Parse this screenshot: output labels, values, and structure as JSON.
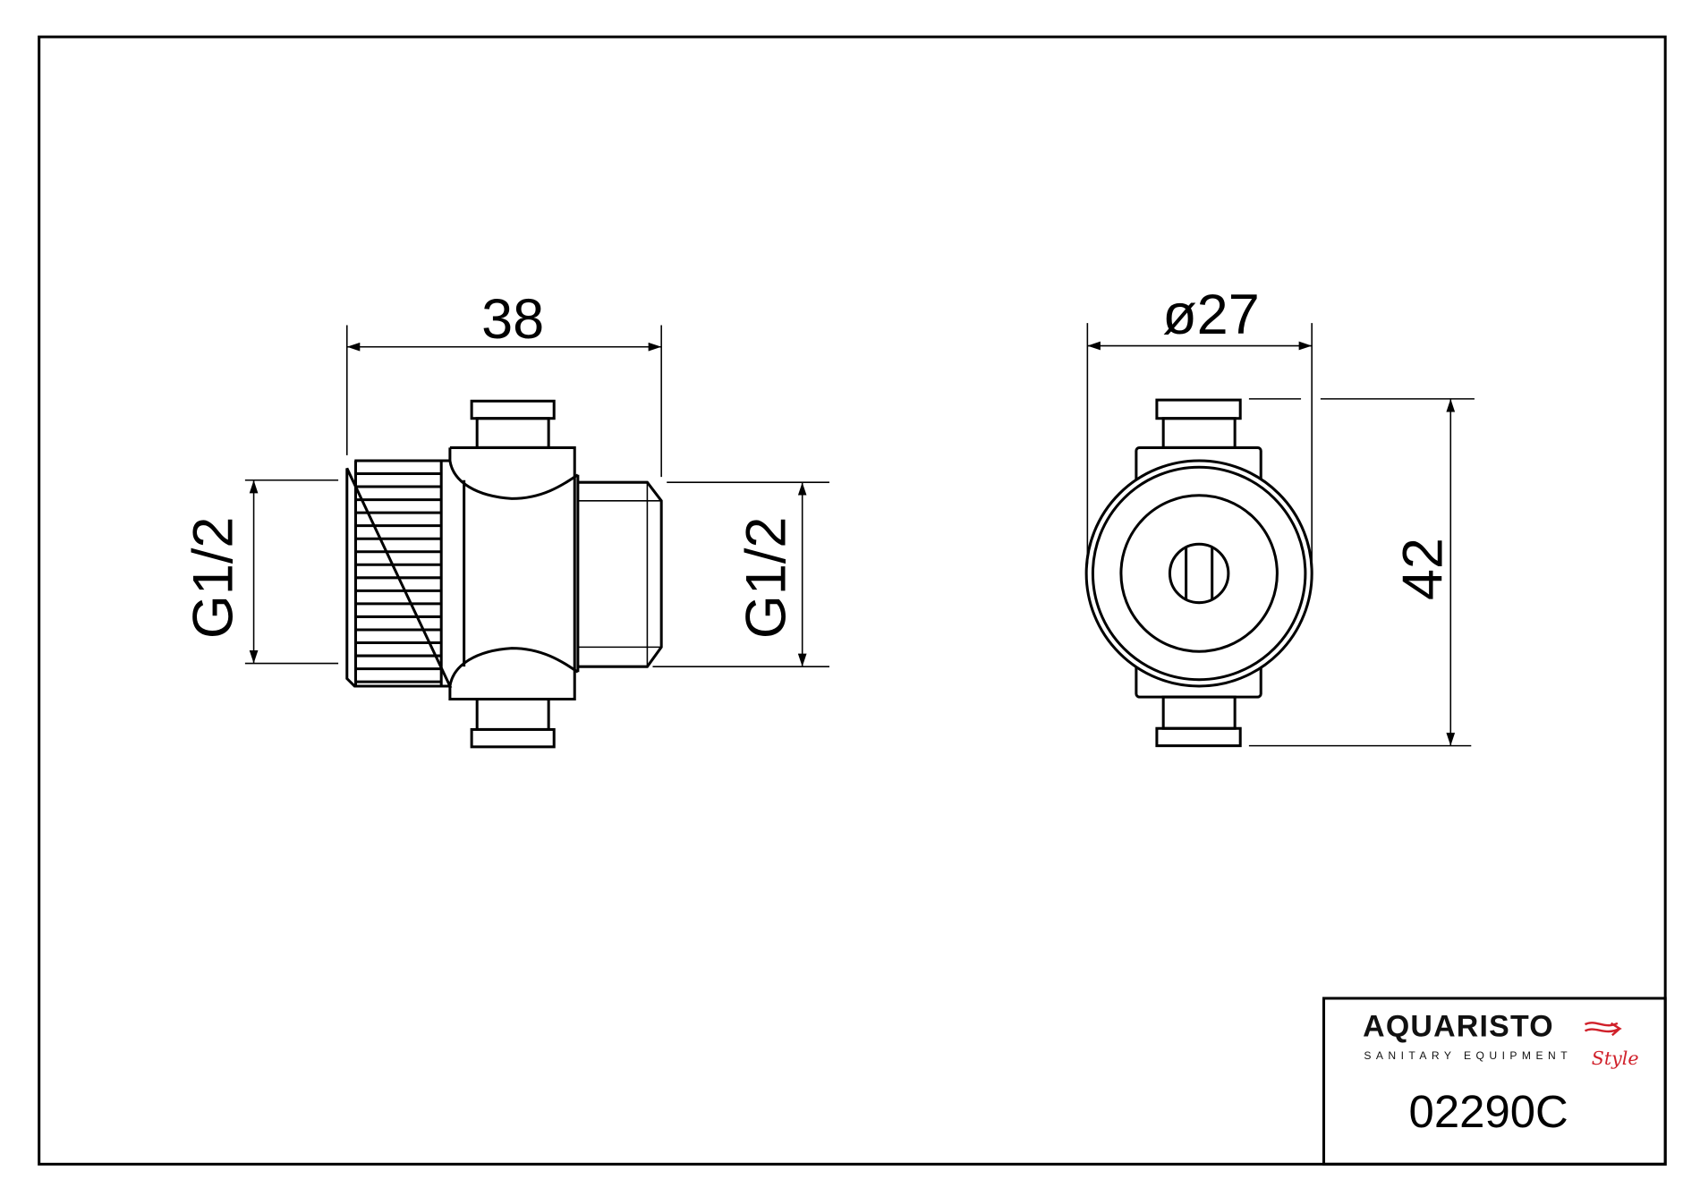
{
  "drawing": {
    "side_view": {
      "length_dim": "38",
      "left_thread_dim": "G1/2",
      "right_thread_dim": "G1/2"
    },
    "end_view": {
      "diameter_dim": "ø27",
      "height_dim": "42"
    }
  },
  "title_block": {
    "logo": {
      "brand": "AQUARISTO",
      "tagline": "SANITARY EQUIPMENT",
      "script": "Style",
      "accent_color": "#d0202a"
    },
    "part_number": "02290C"
  }
}
